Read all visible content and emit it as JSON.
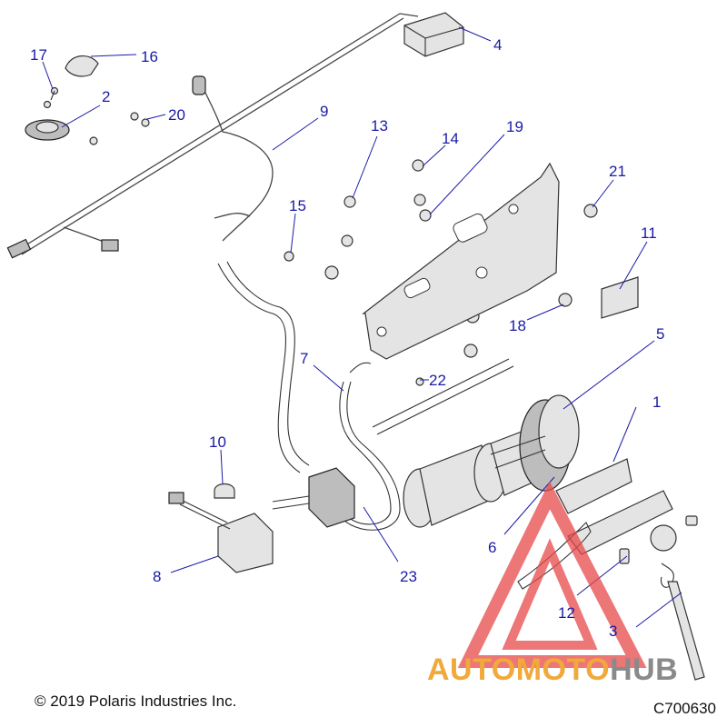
{
  "callouts": [
    {
      "id": "1",
      "label": "1"
    },
    {
      "id": "2",
      "label": "2"
    },
    {
      "id": "3",
      "label": "3"
    },
    {
      "id": "4",
      "label": "4"
    },
    {
      "id": "5",
      "label": "5"
    },
    {
      "id": "6",
      "label": "6"
    },
    {
      "id": "7",
      "label": "7"
    },
    {
      "id": "8",
      "label": "8"
    },
    {
      "id": "9",
      "label": "9"
    },
    {
      "id": "10",
      "label": "10"
    },
    {
      "id": "11",
      "label": "11"
    },
    {
      "id": "12",
      "label": "12"
    },
    {
      "id": "13",
      "label": "13"
    },
    {
      "id": "14",
      "label": "14"
    },
    {
      "id": "15",
      "label": "15"
    },
    {
      "id": "16",
      "label": "16"
    },
    {
      "id": "17",
      "label": "17"
    },
    {
      "id": "18",
      "label": "18"
    },
    {
      "id": "19",
      "label": "19"
    },
    {
      "id": "20",
      "label": "20"
    },
    {
      "id": "21",
      "label": "21"
    },
    {
      "id": "22",
      "label": "22"
    },
    {
      "id": "23",
      "label": "23"
    }
  ],
  "footer": {
    "copyright": "© 2019 Polaris Industries Inc.",
    "figure_code": "C700630"
  },
  "watermark": {
    "part_a": "AUTOMOTO",
    "part_b": "HUB",
    "color_a": "#f0a93a",
    "color_b": "#8a8a8a",
    "triangle_color": "#e8494a"
  }
}
